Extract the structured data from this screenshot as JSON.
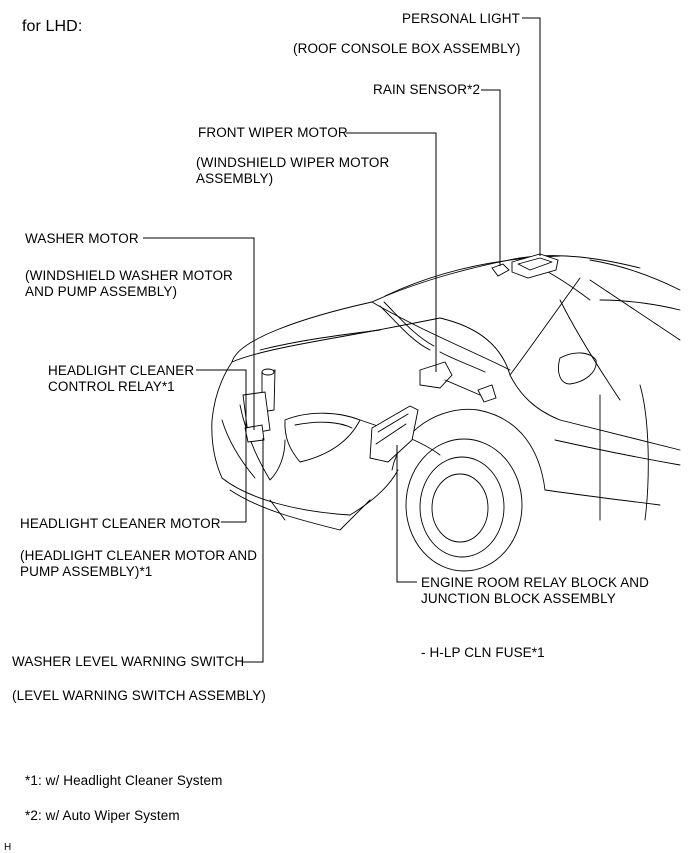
{
  "header": {
    "title": "for LHD:"
  },
  "components": {
    "personal_light": {
      "name": "PERSONAL LIGHT",
      "assembly": "(ROOF CONSOLE BOX ASSEMBLY)"
    },
    "rain_sensor": {
      "name": "RAIN SENSOR*2"
    },
    "front_wiper_motor": {
      "name": "FRONT WIPER MOTOR",
      "assembly_line1": "(WINDSHIELD WIPER MOTOR",
      "assembly_line2": "ASSEMBLY)"
    },
    "washer_motor": {
      "name": "WASHER MOTOR",
      "assembly_line1": "(WINDSHIELD WASHER MOTOR",
      "assembly_line2": "AND PUMP ASSEMBLY)"
    },
    "headlight_cleaner_relay": {
      "line1": "HEADLIGHT CLEANER",
      "line2": "CONTROL RELAY*1"
    },
    "headlight_cleaner_motor": {
      "name": "HEADLIGHT CLEANER MOTOR",
      "assembly_line1": "(HEADLIGHT CLEANER MOTOR AND",
      "assembly_line2": "PUMP ASSEMBLY)*1"
    },
    "engine_room_relay_block": {
      "line1": "ENGINE ROOM RELAY BLOCK AND",
      "line2": "JUNCTION BLOCK ASSEMBLY",
      "fuse": "- H-LP CLN FUSE*1"
    },
    "washer_level_switch": {
      "name": "WASHER LEVEL WARNING SWITCH",
      "assembly": "(LEVEL WARNING SWITCH ASSEMBLY)"
    }
  },
  "notes": {
    "note1": "*1: w/ Headlight Cleaner System",
    "note2": "*2: w/ Auto Wiper System"
  },
  "footer": {
    "code": "H"
  }
}
